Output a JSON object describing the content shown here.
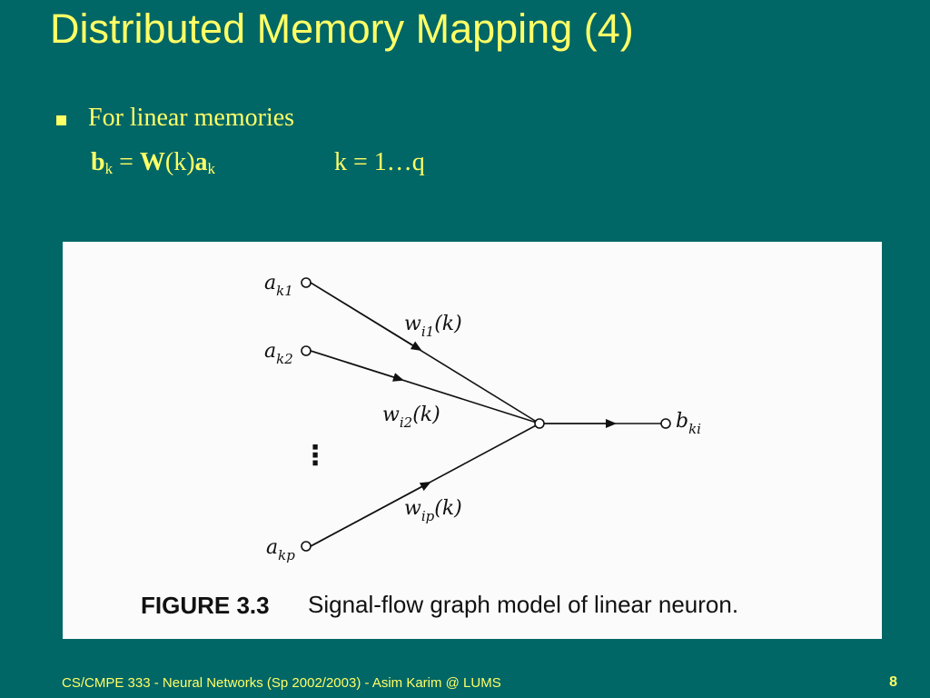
{
  "slide": {
    "title": "Distributed Memory Mapping (4)",
    "bullet": "For linear memories",
    "equation": {
      "b": "b",
      "k_sub": "k",
      "equals": " = ",
      "W": "W",
      "kparen": "(k)",
      "a": "a",
      "range": "k = 1…q"
    }
  },
  "figure": {
    "inputs": [
      {
        "base": "a",
        "sub": "k1"
      },
      {
        "base": "a",
        "sub": "k2"
      },
      {
        "base": "a",
        "sub": "kp"
      }
    ],
    "weights": [
      {
        "base": "w",
        "sub": "i1",
        "arg": "(k)"
      },
      {
        "base": "w",
        "sub": "i2",
        "arg": "(k)"
      },
      {
        "base": "w",
        "sub": "ip",
        "arg": "(k)"
      }
    ],
    "output": {
      "base": "b",
      "sub": "ki"
    },
    "vdots": "⋮",
    "caption_label": "FIGURE 3.3",
    "caption_text": "Signal-flow graph model of linear neuron."
  },
  "footer": {
    "text": "CS/CMPE 333 - Neural Networks (Sp 2002/2003) - Asim Karim @ LUMS",
    "page": "8"
  },
  "colors": {
    "background": "#006666",
    "text": "#ffff66",
    "figure_bg": "#fbfbfb",
    "figure_ink": "#111111"
  }
}
